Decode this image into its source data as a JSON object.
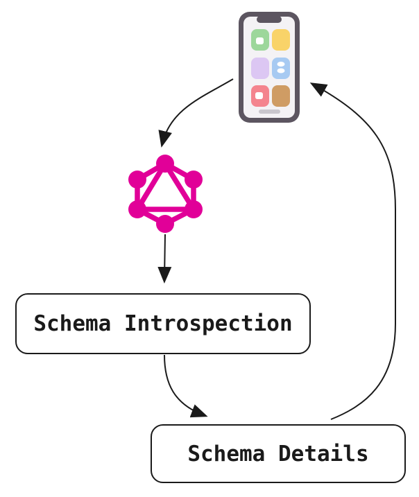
{
  "diagram": {
    "nodes": [
      {
        "id": "mobile-app",
        "icon": "smartphone-apps-icon"
      },
      {
        "id": "graphql",
        "icon": "graphql-logo-icon"
      },
      {
        "id": "schema-introspection",
        "label": "Schema Introspection"
      },
      {
        "id": "schema-details",
        "label": "Schema Details"
      }
    ],
    "edges": [
      {
        "from": "mobile-app",
        "to": "graphql"
      },
      {
        "from": "graphql",
        "to": "schema-introspection"
      },
      {
        "from": "schema-introspection",
        "to": "schema-details"
      },
      {
        "from": "schema-details",
        "to": "mobile-app"
      }
    ]
  },
  "colors": {
    "graphql_pink": "#E10098",
    "stroke_dark": "#1A1A1A",
    "node_fill": "#FFFFFF",
    "phone_frame": "#5C5560",
    "phone_screen": "#F4F2F5",
    "app_green": "#9DD79B",
    "app_yellow": "#F9D369",
    "app_purple": "#DCC7F3",
    "app_blue": "#A7CAF2",
    "app_red": "#F4848E",
    "app_brown": "#CF9C64",
    "home_bar": "#C9C6CD"
  }
}
